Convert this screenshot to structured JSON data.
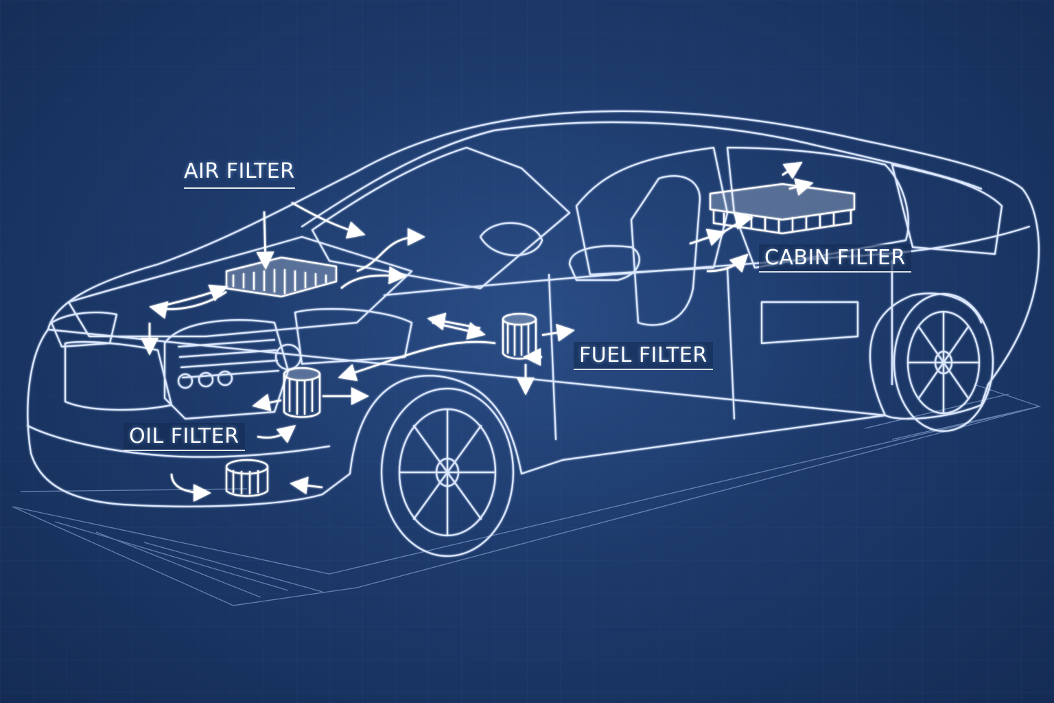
{
  "labels": {
    "air_filter": "AIR FILTER",
    "cabin_filter": "CABIN FILTER",
    "fuel_filter": "FUEL FILTER",
    "oil_filter": "OIL FILTER"
  },
  "colors": {
    "background": "#1d3a6b",
    "line": "#dce8ff",
    "label": "#ffffff"
  }
}
